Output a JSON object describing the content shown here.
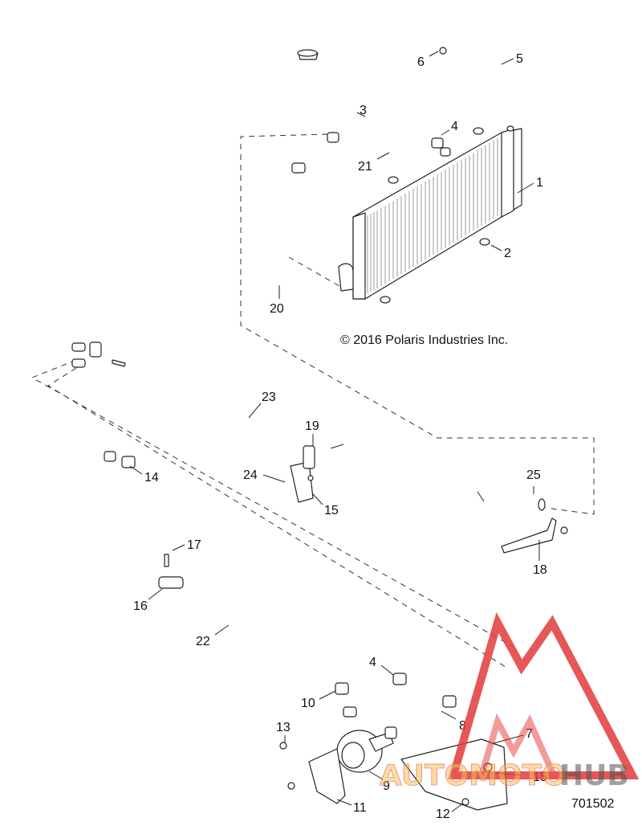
{
  "copyright": "© 2016 Polaris Industries Inc.",
  "diagram_number": "701502",
  "callouts": [
    "1",
    "2",
    "3",
    "4",
    "5",
    "6",
    "20",
    "21",
    "23",
    "19",
    "24",
    "15",
    "25",
    "18",
    "14",
    "17",
    "16",
    "22",
    "4",
    "10",
    "8",
    "7",
    "13",
    "9",
    "11",
    "12",
    "15"
  ],
  "watermark": {
    "brand_text": "AUTOMOTOHUB",
    "colors": {
      "primary": "#e23a3a",
      "secondary": "#f2b43a",
      "text": "#e5484d",
      "dark_text": "#333333"
    }
  },
  "colors": {
    "line": "#222222",
    "background": "#ffffff"
  }
}
